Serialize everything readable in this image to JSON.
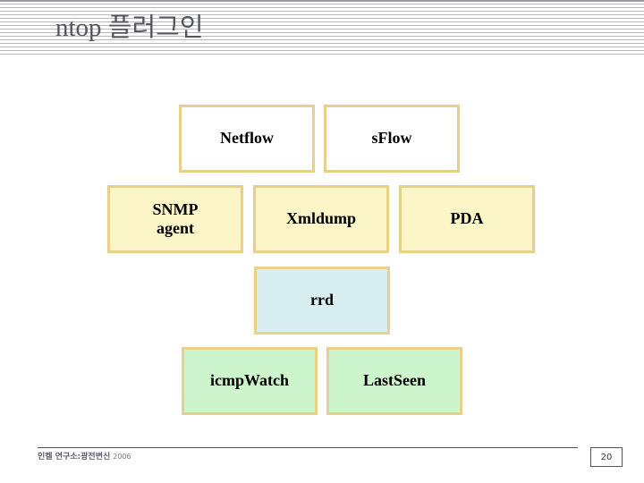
{
  "slide": {
    "title": "ntop 플러그인",
    "title_color": "#555560",
    "header_stripe_color": "#b8b8bf",
    "background": "#ffffff"
  },
  "diagram": {
    "border_color": "#e8d08a",
    "rows": [
      {
        "row_name": "collectors",
        "boxes": [
          {
            "name": "netflow",
            "label": "Netflow",
            "fill": "#ffffff"
          },
          {
            "name": "sflow",
            "label": "sFlow",
            "fill": "#ffffff"
          }
        ]
      },
      {
        "row_name": "exporters",
        "boxes": [
          {
            "name": "snmp-agent",
            "label": "SNMP\nagent",
            "fill": "#fbf5c8"
          },
          {
            "name": "xmldump",
            "label": "Xmldump",
            "fill": "#fbf5c8"
          },
          {
            "name": "pda",
            "label": "PDA",
            "fill": "#fbf5c8"
          }
        ]
      },
      {
        "row_name": "storage",
        "boxes": [
          {
            "name": "rrd",
            "label": "rrd",
            "fill": "#d9eef0"
          }
        ]
      },
      {
        "row_name": "monitors",
        "boxes": [
          {
            "name": "icmpwatch",
            "label": "icmpWatch",
            "fill": "#ccf5cc"
          },
          {
            "name": "lastseen",
            "label": "LastSeen",
            "fill": "#ccf5cc"
          }
        ]
      }
    ]
  },
  "footer": {
    "credit": "인켈 연구소:광전변신",
    "year": "2006",
    "page_number": "20"
  }
}
